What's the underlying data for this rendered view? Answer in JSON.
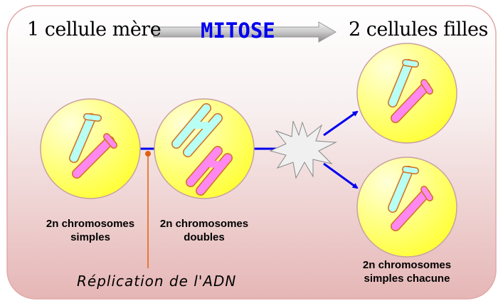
{
  "title": {
    "left": "1 cellule mère",
    "center": "MITOSE",
    "right": "2 cellules filles"
  },
  "labels": {
    "cell_mother": [
      "2n chromosomes",
      "simples"
    ],
    "cell_doubled": [
      "2n chromosomes",
      "doubles"
    ],
    "daughters": [
      "2n chromosomes",
      "simples chacune"
    ],
    "replication": "Réplication de l'ADN"
  },
  "colors": {
    "title_accent": "#0000ee",
    "arrow": "#0000ee",
    "replication_marker": "#e06010",
    "chromosome_a": "#b8fff4",
    "chromosome_b": "#ff88f0",
    "cell": "#ffff88"
  }
}
